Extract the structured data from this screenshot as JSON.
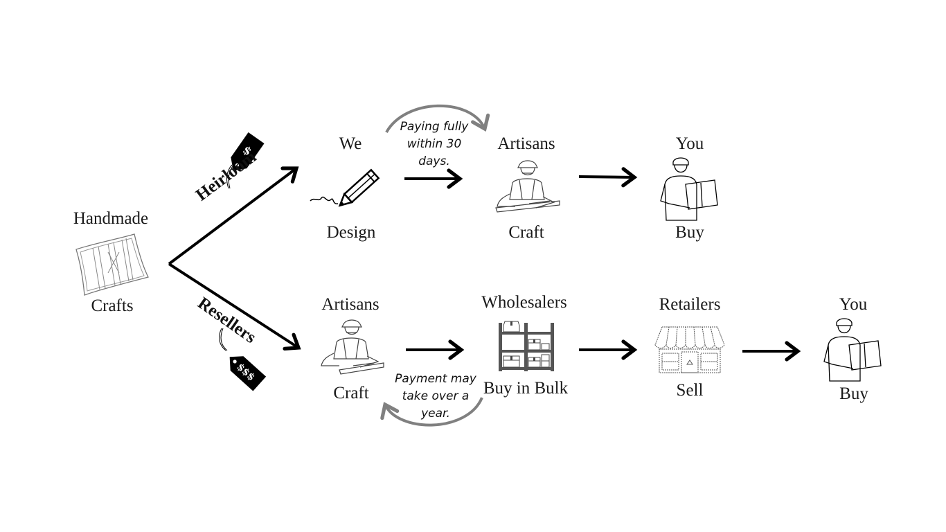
{
  "source": {
    "top_label": "Handmade",
    "bottom_label": "Crafts",
    "icon": "pillow-icon"
  },
  "branches": {
    "top": {
      "label": "Heirloom",
      "tag": "$"
    },
    "bottom": {
      "label": "Resellers",
      "tag": "$$$"
    }
  },
  "heirloom_chain": [
    {
      "top": "We",
      "bottom": "Design",
      "icon": "pencil-icon"
    },
    {
      "top": "Artisans",
      "bottom": "Craft",
      "icon": "artisan-icon"
    },
    {
      "top": "You",
      "bottom": "Buy",
      "icon": "buyer-icon"
    }
  ],
  "heirloom_note": [
    "Paying fully",
    "within 30",
    "days."
  ],
  "reseller_chain": [
    {
      "top": "Artisans",
      "bottom": "Craft",
      "icon": "artisan-icon"
    },
    {
      "top": "Wholesalers",
      "bottom": "Buy in Bulk",
      "icon": "warehouse-shelf-icon"
    },
    {
      "top": "Retailers",
      "bottom": "Sell",
      "icon": "storefront-icon"
    },
    {
      "top": "You",
      "bottom": "Buy",
      "icon": "buyer-icon"
    }
  ],
  "reseller_note": [
    "Payment may",
    "take over a",
    "year."
  ],
  "colors": {
    "arrow": "#000000",
    "curve": "#808080",
    "icon_line": "#555555"
  }
}
